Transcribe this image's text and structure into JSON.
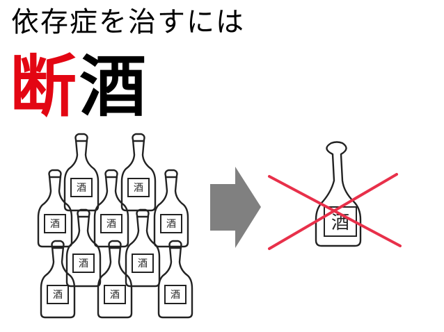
{
  "heading": "依存症を治すには",
  "title": {
    "accent": "断",
    "main": "酒"
  },
  "bottle_label": "酒",
  "colors": {
    "accent": "#e30613",
    "cross": "#e8304a",
    "arrow": "#808080",
    "ink": "#222222"
  },
  "icons": {
    "many_bottles": "bottle-icon",
    "transition": "right-arrow-icon",
    "no_alcohol": "crossed-bottle-icon"
  }
}
